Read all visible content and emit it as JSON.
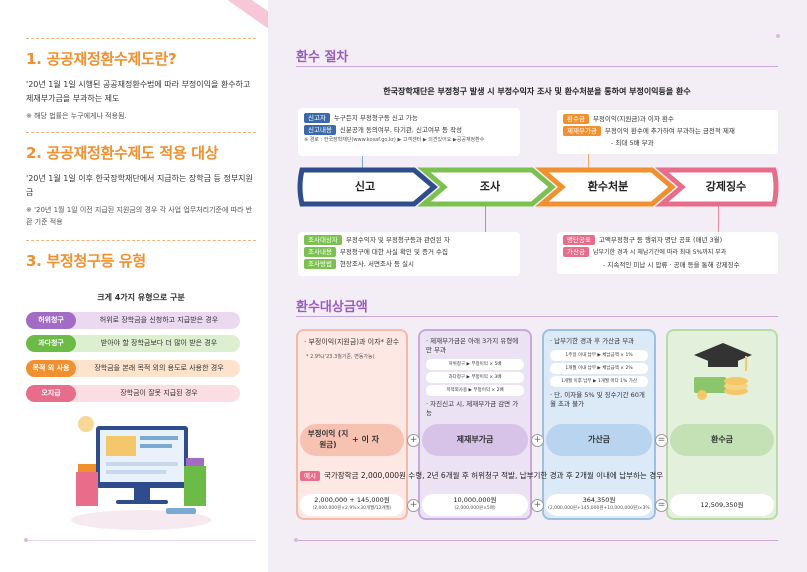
{
  "left": {
    "sec1_title": "1. 공공재정환수제도란?",
    "sec1_body": "'20년 1월 1일 시행된 공공재정환수법에 따라 부정이익을 환수하고 제재부가금을 부과하는 제도",
    "sec1_note": "※ 해당 법률은 누구에게나 적용됨.",
    "sec2_title": "2. 공공재정환수제도 적용 대상",
    "sec2_body": "'20년 1월 1일 이후 한국장학재단에서 지급하는 장학금 등 정부지원금",
    "sec2_note": "※ '20년 1월 1일 이전 지급된 지원금의 경우 각 사업 업무처리기준에 따라 반환 기준 적용",
    "sec3_title": "3. 부정청구등 유형",
    "types_title": "크게 4가지 유형으로 구분",
    "types": [
      {
        "tag": "허위청구",
        "desc": "허위로 장학금을 신청하고 지급받은 경우",
        "tag_color": "#a26cc4",
        "bg": "#ead9f1"
      },
      {
        "tag": "과다청구",
        "desc": "받아야 할 장학금보다 더 많이 받은 경우",
        "tag_color": "#6dbb47",
        "bg": "#dcefd0"
      },
      {
        "tag": "목적 외 사용",
        "desc": "장학금을 본래 목적 외의 용도로 사용한 경우",
        "tag_color": "#f0902e",
        "bg": "#fde3cc"
      },
      {
        "tag": "오지급",
        "desc": "장학금이 잘못 지급된 경우",
        "tag_color": "#e86d8a",
        "bg": "#fbdde4"
      }
    ]
  },
  "right": {
    "proc_title": "환수 절차",
    "proc_sub": "한국장학재단은 부정청구 발생 시 부정수익자 조사 및 환수처분을 통하여 부정이익등을 환수",
    "report_box": {
      "rows": [
        {
          "label": "신고자",
          "text": "누구든지 부정청구등 신고 가능"
        },
        {
          "label": "신고내용",
          "text": "신분공개 동의여부, 타기관, 신고여부 등 작성"
        }
      ],
      "route": "※ 경로 : 한국장학재단(www.kosaf.go.kr) ▶ 고객센터 ▶ 의견있어요 ▶공공재정환수"
    },
    "dispose_box": {
      "rows": [
        {
          "label": "환수금",
          "text": "부정이익(지원금)과 이자 환수"
        },
        {
          "label": "제재부가금",
          "text": "부정이익 환수에 추가하여 부과하는 금전적 제재"
        }
      ],
      "extra": "- 최대 5배 부과"
    },
    "steps": [
      "신고",
      "조사",
      "환수처분",
      "강제징수"
    ],
    "investigate_box": {
      "rows": [
        {
          "label": "조사대상자",
          "text": "부정수익자 및 부정청구등과 관련된 자"
        },
        {
          "label": "조사내용",
          "text": "부정청구에 대한 사실 확인 및 증거 수집"
        },
        {
          "label": "조사방법",
          "text": "현장조사, 서면조사 등 실시"
        }
      ]
    },
    "enforce_box": {
      "rows": [
        {
          "label": "명단공표",
          "text": "고액부정청구 등 행위자 명단 공표 (매년 3월)"
        },
        {
          "label": "가산금",
          "text": "납부기한 경과 시 체납기간에 따라 최대 5%까지 부과"
        }
      ],
      "extra": "- 지속적인 미납 시 압류 · 공매 등을 통해 강제징수"
    },
    "amount_title": "환수대상금액",
    "cards": {
      "c1_text": "· 부정이익(지원금)과 이자* 환수",
      "c1_note": "* 2.9%('23.3월기준, 변동가능)",
      "c2_text": "· 제재부가금은 아래 3가지 유형에만 부과",
      "c2_rows": [
        "허위청구 ▶ 부정이익 × 5배",
        "과다청구 ▶ 부정이익 × 3배",
        "목적외사용 ▶ 부정이익 × 2배"
      ],
      "c2_extra": "· 자진신고 시, 제재부가금 감면 가능",
      "c3_text": "· 납부기한 경과 후 가산금 부과",
      "c3_rows": [
        "1주일 이내 납부 ▶ 체납금액 × 1%",
        "1개월 이내 납부 ▶ 체납금액 × 2%",
        "1개월 이후 납부 ▶ 1개월 마다 1% 가산"
      ],
      "c3_extra": "· 단, 이자율 5% 및 징수기간 60개월 초과 불가"
    },
    "pills": [
      "부정이익 (지원금)",
      "+ 이 자",
      "제재부가금",
      "가산금",
      "환수금"
    ],
    "ops": [
      "+",
      "+",
      "="
    ],
    "example_tag": "예시",
    "example_text": "국가장학금 2,000,000원 수령, 2년 6개월 후 허위청구 적발, 납부기한 경과 후 2개월 이내에 납부하는 경우",
    "results": [
      {
        "main": "2,000,000 + 145,000원",
        "sub": "(2,000,000원×2.9%×30개월/12개월)"
      },
      {
        "main": "10,000,000원",
        "sub": "(2,000,000원×5배)"
      },
      {
        "main": "364,350원",
        "sub": "(2,000,000원+145,000원+10,000,000원)×3%"
      },
      {
        "main": "12,509,350원",
        "sub": ""
      }
    ]
  }
}
